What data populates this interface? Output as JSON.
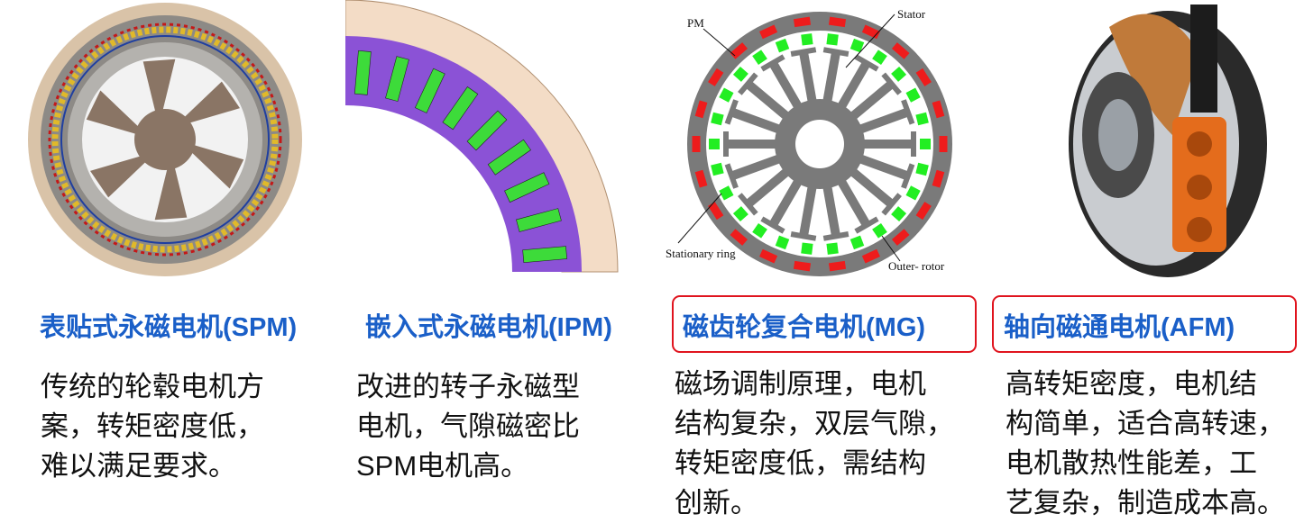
{
  "columns": [
    {
      "title": "表贴式永磁电机(SPM)",
      "desc": [
        "传统的轮毂电机方",
        "案，转矩密度低，",
        "难以满足要求。"
      ]
    },
    {
      "title": "嵌入式永磁电机(IPM)",
      "desc": [
        "改进的转子永磁型",
        "电机，气隙磁密比",
        "SPM电机高。"
      ]
    },
    {
      "title": "磁齿轮复合电机(MG)",
      "desc": [
        "磁场调制原理，电机",
        "结构复杂，双层气隙，",
        "转矩密度低，需结构",
        "创新。"
      ]
    },
    {
      "title": "轴向磁通电机(AFM)",
      "desc": [
        "高转矩密度，电机结",
        "构简单，适合高转速，",
        "电机散热性能差，工",
        "艺复杂，制造成本高。"
      ]
    }
  ],
  "mg_labels": {
    "pm": "PM",
    "stator": "Stator",
    "ring": "Stationary ring",
    "rotor": "Outer- rotor"
  },
  "colors": {
    "title": "#1a5fc8",
    "highlight": "#e0141e"
  }
}
